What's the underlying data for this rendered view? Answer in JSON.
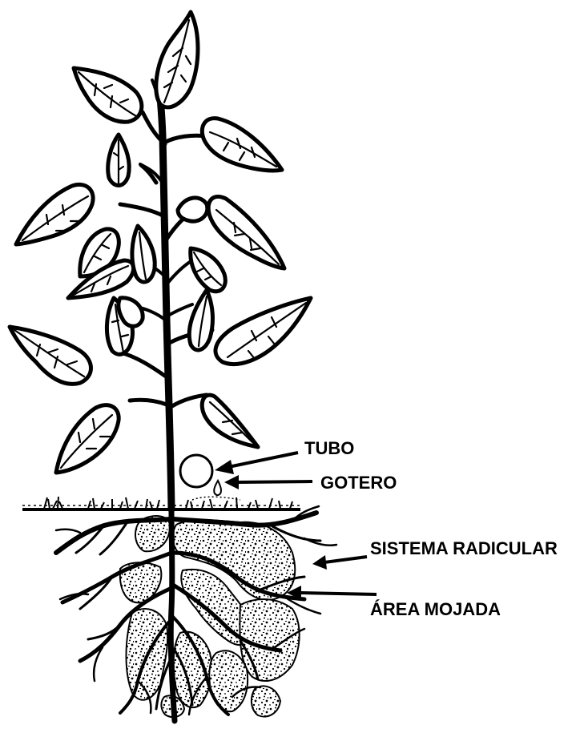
{
  "labels": {
    "tubo": "TUBO",
    "gotero": "GOTERO",
    "sistema_radicular": "SISTEMA RADICULAR",
    "area_mojada": "ÁREA MOJADA"
  },
  "colors": {
    "ink": "#000000",
    "background": "#ffffff"
  }
}
